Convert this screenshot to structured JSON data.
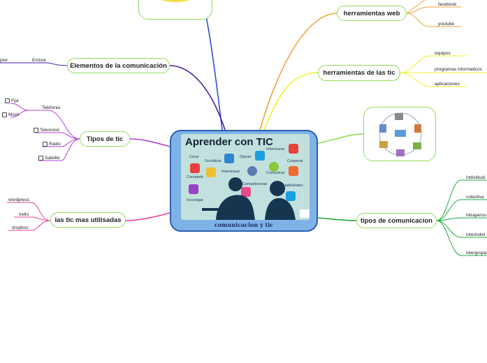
{
  "central": {
    "poster_title": "Aprender con TIC",
    "poster_words": [
      "Crear",
      "Socializar",
      "Opinar",
      "Informarse",
      "Cooperar",
      "Compartir",
      "Interactuar",
      "Comunicar",
      "Competencias",
      "Habilidades",
      "Investigar"
    ],
    "caption": "comunicacion y tic"
  },
  "branches": {
    "herramientas_web": {
      "label": "herramientas web",
      "leaves": [
        "facebook",
        "youtube"
      ]
    },
    "herramientas_tic": {
      "label": "herramientas de las tic",
      "leaves": [
        "equipos",
        "programas informaticos",
        "aplicaciones"
      ]
    },
    "tipos_comunicacion": {
      "label": "tipos de comunicacion",
      "leaves": [
        "individual",
        "colectiva",
        "intraperso",
        "interindivi",
        "intergrupa"
      ]
    },
    "elementos": {
      "label": "Elementos de la comunicación",
      "leaves": [
        "Emisor",
        "ptor"
      ]
    },
    "tipos_tic": {
      "label": "Tipos de tic",
      "leaves": [
        "Telefonia",
        "Fija",
        "Movil",
        "Television",
        "Radio",
        "Satelite"
      ]
    },
    "tic_utilizadas": {
      "label": "las tic mas utilisadas",
      "leaves": [
        "wordpress",
        "trello",
        "dropbox"
      ]
    }
  },
  "colors": {
    "central_border": "#2b5fb0",
    "node_border": "#8fdc5a",
    "web": "#f5a23c",
    "tic": "#f0f02a",
    "comunicacion": "#1faa3c",
    "elementos": "#4b1fa8",
    "tipos_tic": "#b040d8",
    "utilizadas": "#e8409a",
    "top": "#2b4fd8"
  }
}
